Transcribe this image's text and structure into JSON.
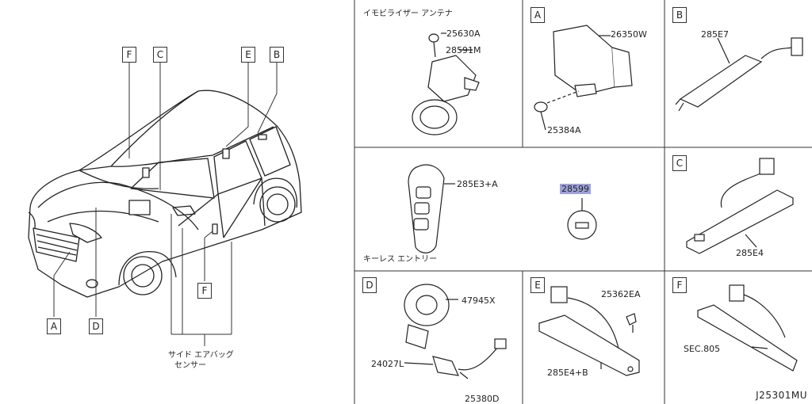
{
  "car_callouts": {
    "A": "A",
    "B": "B",
    "C": "C",
    "D": "D",
    "E": "E",
    "F_top": "F",
    "F_side": "F"
  },
  "car_caption": {
    "line1": "サイド エアバッグ",
    "line2": "センサー"
  },
  "immobilizer": {
    "title": "イモビライザー アンテナ",
    "parts": [
      "25630A",
      "28591M"
    ]
  },
  "panel_A": {
    "tag": "A",
    "parts": [
      "26350W",
      "25384A"
    ]
  },
  "panel_B": {
    "tag": "B",
    "parts": [
      "285E7"
    ]
  },
  "keyless": {
    "title": "キーレス エントリー",
    "fob_part": "285E3+A",
    "kit_part": "28599"
  },
  "panel_C": {
    "tag": "C",
    "parts": [
      "285E4"
    ]
  },
  "panel_D": {
    "tag": "D",
    "parts": [
      "47945X",
      "24027L",
      "25380D"
    ]
  },
  "panel_E": {
    "tag": "E",
    "parts": [
      "25362EA",
      "285E4+B"
    ]
  },
  "panel_F": {
    "tag": "F",
    "parts": [
      "SEC.805"
    ]
  },
  "diagram_code": "J25301MU"
}
